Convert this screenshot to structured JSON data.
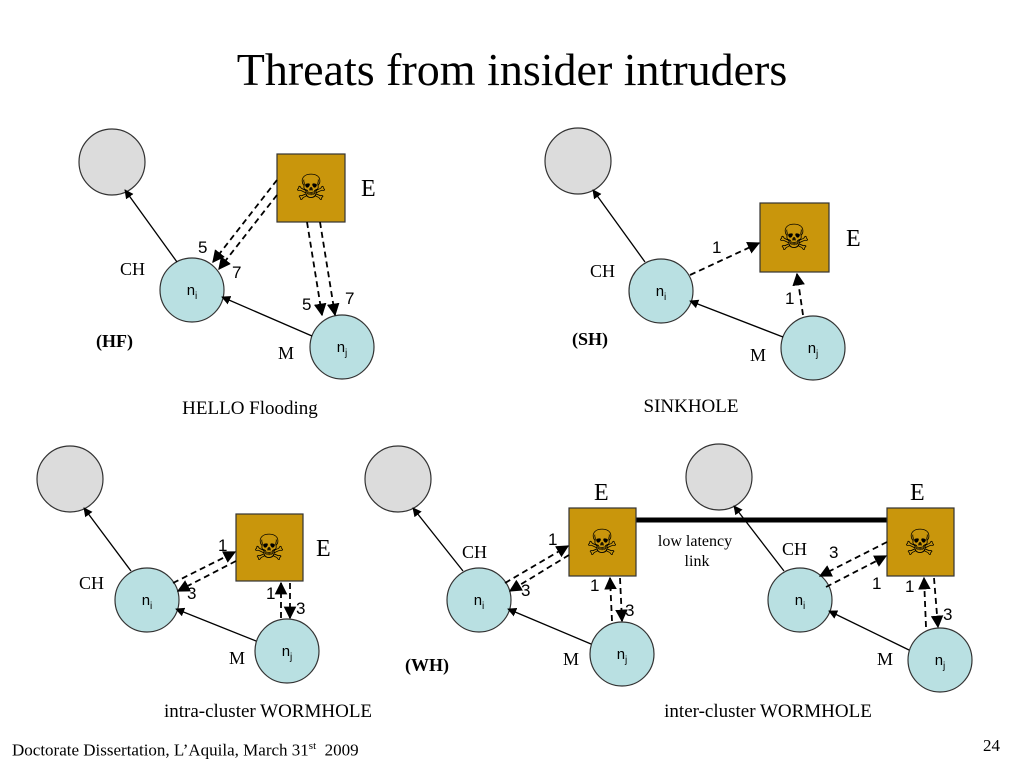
{
  "slide": {
    "title": "Threats from insider intruders",
    "footer_text": "Doctorate Dissertation, L’Aquila, March 31",
    "footer_sup": "st",
    "footer_year": "  2009",
    "page_number": "24"
  },
  "colors": {
    "node_fill": "#b9e0e2",
    "ch_fill": "#dcdcdc",
    "attacker_fill": "#c9960c",
    "stroke": "#333333"
  },
  "icons": {
    "attacker": "skull-and-crossbones-icon"
  },
  "labels": {
    "ch": "CH",
    "m": "M",
    "ni_base": "n",
    "ni_sub": "i",
    "nj_base": "n",
    "nj_sub": "j",
    "e": "E",
    "skull_glyph": "☠",
    "hf_tag": "(HF)",
    "sh_tag": "(SH)",
    "wh_tag": "(WH)",
    "hf_caption": "HELLO Flooding",
    "sh_caption": "SINKHOLE",
    "intra_caption": "intra-cluster WORMHOLE",
    "inter_caption": "inter-cluster WORMHOLE",
    "link_line1": "low latency",
    "link_line2": "link"
  },
  "edge_labels": {
    "hf": [
      "5",
      "7",
      "5",
      "7"
    ],
    "sh": [
      "1",
      "1"
    ],
    "intra": [
      "1",
      "3",
      "1",
      "3"
    ],
    "inter_left": [
      "1",
      "3",
      "1",
      "3"
    ],
    "inter_right": [
      "3",
      "1",
      "1",
      "3"
    ]
  }
}
